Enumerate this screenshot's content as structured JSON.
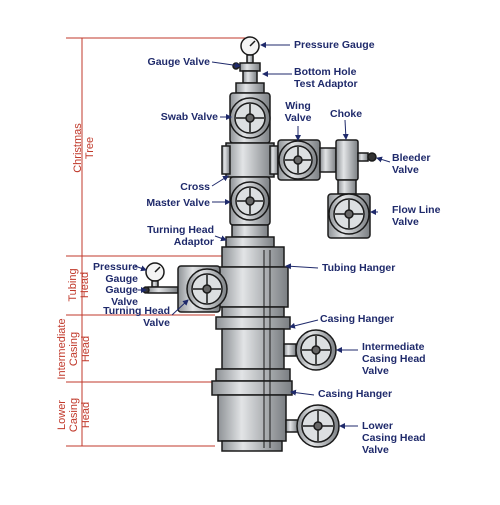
{
  "colors": {
    "label": "#1f2a6b",
    "section": "#c0392b",
    "metal": "#c8cacc",
    "outline": "#1a1a1a",
    "arrow": "#1f2a6b"
  },
  "labels": {
    "pressure_gauge_top": "Pressure Gauge",
    "gauge_valve_top": "Gauge Valve",
    "bottom_hole_test_adaptor": "Bottom Hole\nTest Adaptor",
    "swab_valve": "Swab Valve",
    "wing_valve": "Wing\nValve",
    "choke": "Choke",
    "bleeder_valve": "Bleeder\nValve",
    "cross": "Cross",
    "master_valve": "Master Valve",
    "flow_line_valve": "Flow Line\nValve",
    "turning_head_adaptor": "Turning Head\nAdaptor",
    "pressure_gauge_side": "Pressure\nGauge",
    "gauge_valve_side": "Gauge\nValve",
    "tubing_hanger": "Tubing Hanger",
    "turning_head_valve": "Turning Head\nValve",
    "casing_hanger_upper": "Casing Hanger",
    "intermediate_casing_head_valve": "Intermediate\nCasing Head\nValve",
    "casing_hanger_lower": "Casing Hanger",
    "lower_casing_head_valve": "Lower\nCasing Head\nValve"
  },
  "sections": {
    "christmas_tree": "Christmas\nTree",
    "tubing_head": "Tubing\nHead",
    "intermediate_casing_head": "Intermediate\nCasing\nHead",
    "lower_casing_head": "Lower\nCasing\nHead"
  }
}
